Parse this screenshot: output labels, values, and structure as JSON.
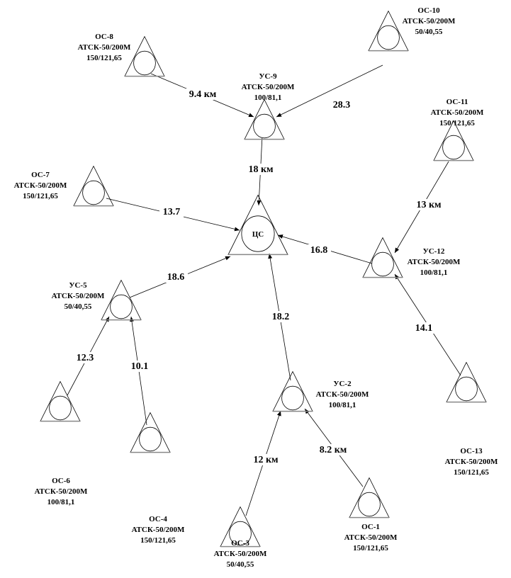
{
  "nodes": [
    {
      "id": "OC-10",
      "name": "ОС-10",
      "model": "АТСК-50/200М",
      "capacity": "50/40,55"
    },
    {
      "id": "OC-8",
      "name": "ОС-8",
      "model": "АТСК-50/200М",
      "capacity": "150/121,65"
    },
    {
      "id": "US-9",
      "name": "УС-9",
      "model": "АТСК-50/200М",
      "capacity": "100/81,1"
    },
    {
      "id": "OC-11",
      "name": "ОС-11",
      "model": "АТСК-50/200М",
      "capacity": "150/121,65"
    },
    {
      "id": "OC-7",
      "name": "ОС-7",
      "model": "АТСК-50/200М",
      "capacity": "150/121,65"
    },
    {
      "id": "CS",
      "name": "ЦС",
      "model": "",
      "capacity": ""
    },
    {
      "id": "US-12",
      "name": "УС-12",
      "model": "АТСК-50/200М",
      "capacity": "100/81,1"
    },
    {
      "id": "US-5",
      "name": "УС-5",
      "model": "АТСК-50/200М",
      "capacity": "50/40,55"
    },
    {
      "id": "US-2",
      "name": "УС-2",
      "model": "АТСК-50/200М",
      "capacity": "100/81,1"
    },
    {
      "id": "OC-13",
      "name": "ОС-13",
      "model": "АТСК-50/200М",
      "capacity": "150/121,65"
    },
    {
      "id": "OC-6",
      "name": "ОС-6",
      "model": "АТСК-50/200М",
      "capacity": "100/81,1"
    },
    {
      "id": "OC-4",
      "name": "ОС-4",
      "model": "АТСК-50/200М",
      "capacity": "150/121,65"
    },
    {
      "id": "OC-3",
      "name": "ОС-3",
      "model": "АТСК-50/200М",
      "capacity": "50/40,55"
    },
    {
      "id": "OC-1",
      "name": "ОС-1",
      "model": "АТСК-50/200М",
      "capacity": "150/121,65"
    }
  ],
  "edges": [
    {
      "from": "OC-8",
      "to": "US-9",
      "label": "9.4 км"
    },
    {
      "from": "OC-10",
      "to": "US-9",
      "label": "28.3"
    },
    {
      "from": "US-9",
      "to": "CS",
      "label": "18 км"
    },
    {
      "from": "OC-7",
      "to": "CS",
      "label": "13.7"
    },
    {
      "from": "OC-11",
      "to": "US-12",
      "label": "13 км"
    },
    {
      "from": "US-12",
      "to": "CS",
      "label": "16.8"
    },
    {
      "from": "US-5",
      "to": "CS",
      "label": "18.6"
    },
    {
      "from": "US-2",
      "to": "CS",
      "label": "18.2"
    },
    {
      "from": "OC-13",
      "to": "US-12",
      "label": "14.1"
    },
    {
      "from": "OC-6",
      "to": "US-5",
      "label": "12.3"
    },
    {
      "from": "OC-4",
      "to": "US-5",
      "label": "10.1"
    },
    {
      "from": "OC-3",
      "to": "US-2",
      "label": "12 км"
    },
    {
      "from": "OC-1",
      "to": "US-2",
      "label": "8.2 км"
    }
  ]
}
